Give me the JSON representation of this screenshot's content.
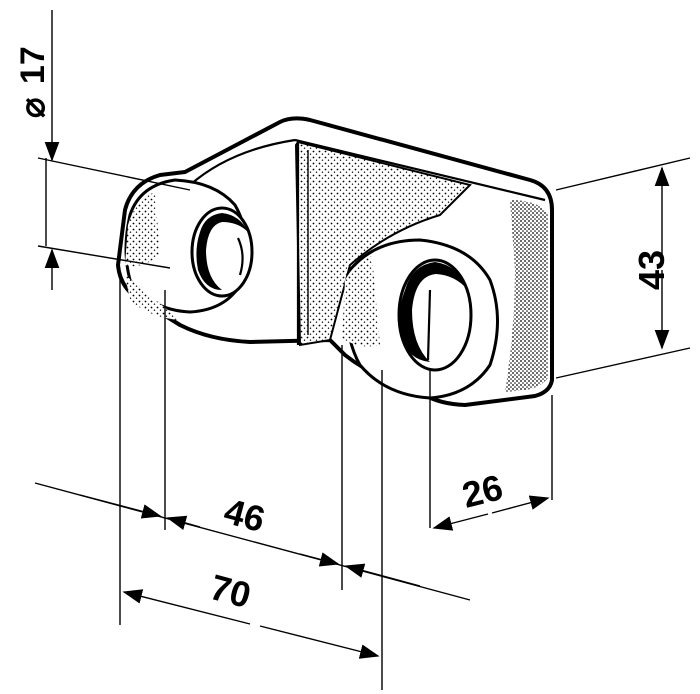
{
  "drawing": {
    "dimensions": {
      "diameter_symbol": "⌀",
      "diameter_value": "17",
      "height": "43",
      "width": "26",
      "hole_spacing": "46",
      "overall_length": "70"
    }
  }
}
